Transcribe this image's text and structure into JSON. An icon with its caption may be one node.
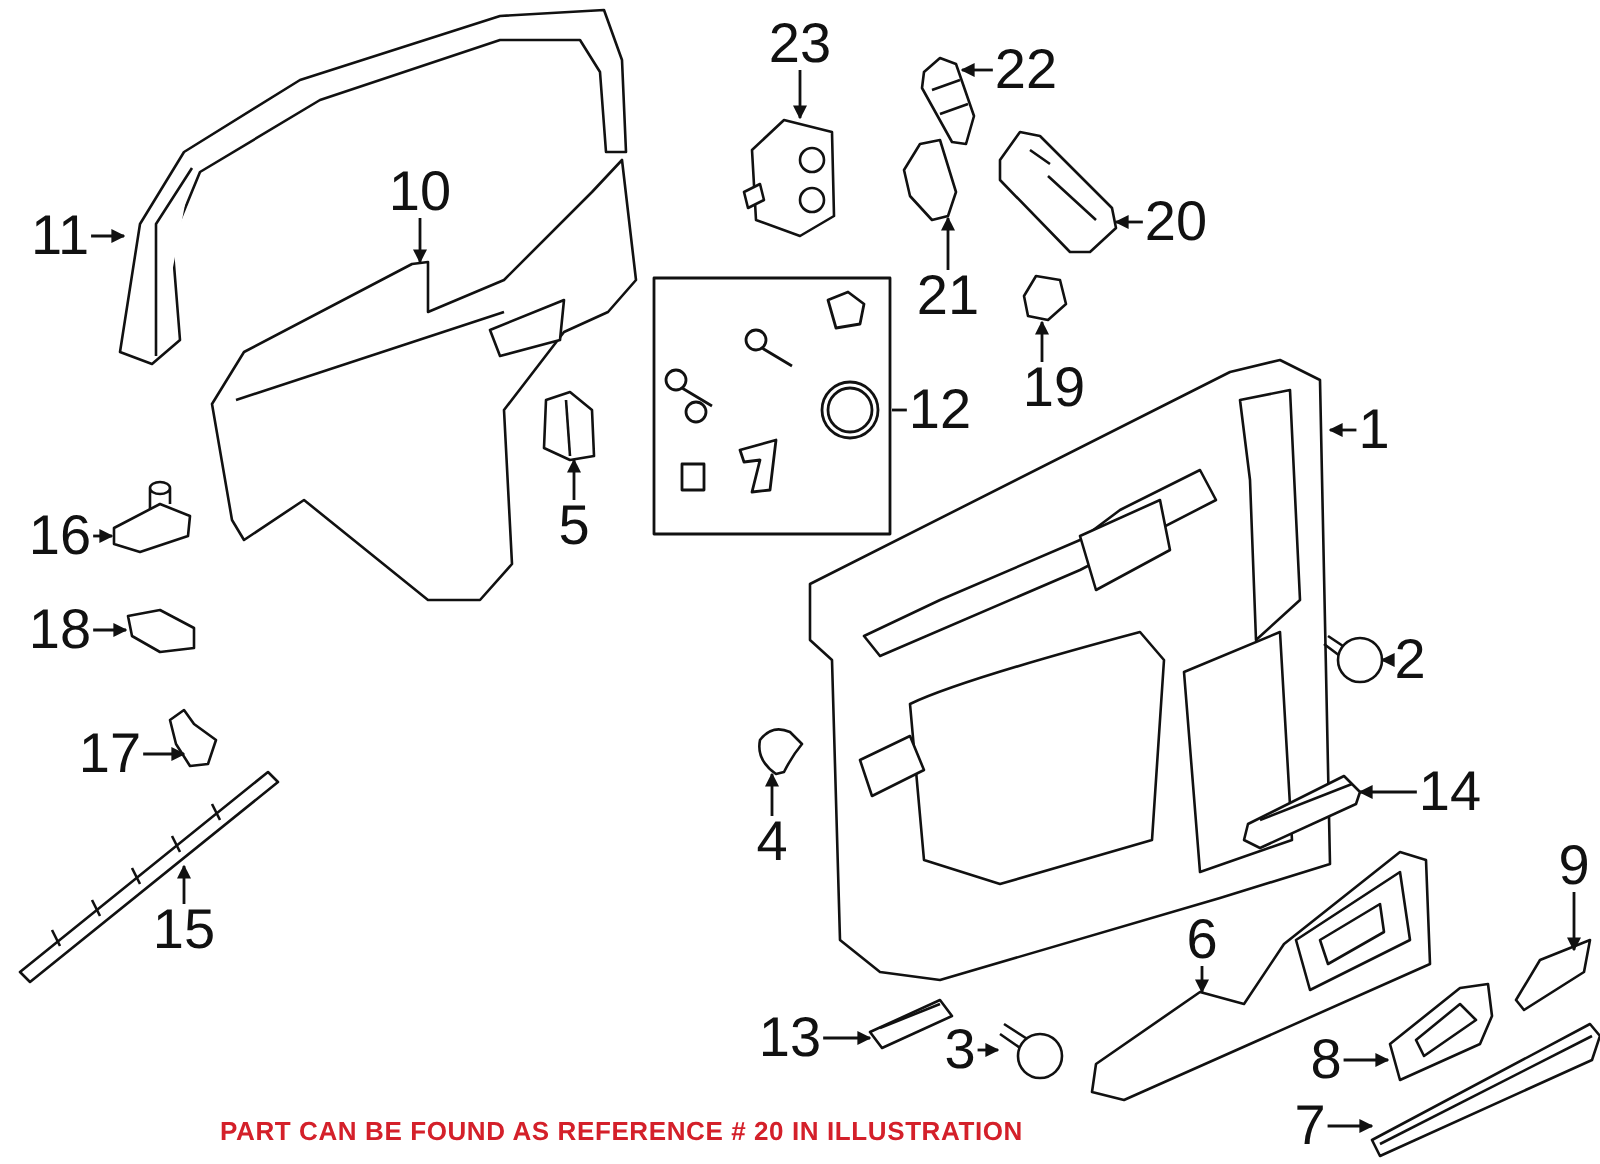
{
  "diagram": {
    "nodes": [
      {
        "text": [
          "1"
        ]
      },
      {
        "text": [
          "2"
        ]
      },
      {
        "text": [
          "3"
        ]
      },
      {
        "text": [
          "4"
        ]
      },
      {
        "text": [
          "5"
        ]
      },
      {
        "text": [
          "6"
        ]
      },
      {
        "text": [
          "7"
        ]
      },
      {
        "text": [
          "8"
        ]
      },
      {
        "text": [
          "9"
        ]
      },
      {
        "text": [
          "10"
        ]
      },
      {
        "text": [
          "11"
        ]
      },
      {
        "text": [
          "12"
        ]
      },
      {
        "text": [
          "13"
        ]
      },
      {
        "text": [
          "14"
        ]
      },
      {
        "text": [
          "15"
        ]
      },
      {
        "text": [
          "16"
        ]
      },
      {
        "text": [
          "17"
        ]
      },
      {
        "text": [
          "18"
        ]
      },
      {
        "text": [
          "19"
        ]
      },
      {
        "text": [
          "20"
        ]
      },
      {
        "text": [
          "21"
        ]
      },
      {
        "text": [
          "22"
        ]
      },
      {
        "text": [
          "23"
        ]
      },
      {
        "text": [],
        "shape": "picture"
      },
      {
        "text": [],
        "shape": "picture"
      },
      {
        "text": [],
        "shape": "picture"
      },
      {
        "text": [],
        "shape": "picture"
      },
      {
        "text": [],
        "shape": "picture"
      },
      {
        "text": [],
        "shape": "picture"
      },
      {
        "text": [],
        "shape": "picture"
      },
      {
        "text": [],
        "shape": "picture"
      },
      {
        "text": [],
        "shape": "picture"
      },
      {
        "text": [],
        "shape": "picture"
      },
      {
        "text": [],
        "shape": "picture"
      },
      {
        "text": [],
        "shape": "box"
      },
      {
        "text": [],
        "shape": "picture"
      },
      {
        "text": [],
        "shape": "picture"
      },
      {
        "text": [],
        "shape": "picture"
      },
      {
        "text": [],
        "shape": "picture"
      },
      {
        "text": [],
        "shape": "picture"
      },
      {
        "text": [],
        "shape": "picture"
      },
      {
        "text": [],
        "shape": "picture"
      },
      {
        "text": [],
        "shape": "picture"
      },
      {
        "text": [],
        "shape": "picture"
      },
      {
        "text": [],
        "shape": "picture"
      },
      {
        "text": [],
        "shape": "picture"
      }
    ],
    "edges": [
      {
        "from": 0,
        "to": 23,
        "arrow": "to"
      },
      {
        "from": 1,
        "to": 24,
        "arrow": "to"
      },
      {
        "from": 2,
        "to": 25,
        "arrow": "to"
      },
      {
        "from": 3,
        "to": 26,
        "arrow": "to"
      },
      {
        "from": 4,
        "to": 27,
        "arrow": "to"
      },
      {
        "from": 5,
        "to": 28,
        "arrow": "to"
      },
      {
        "from": 6,
        "to": 29,
        "arrow": "to"
      },
      {
        "from": 7,
        "to": 30,
        "arrow": "to"
      },
      {
        "from": 8,
        "to": 31,
        "arrow": "to"
      },
      {
        "from": 9,
        "to": 32,
        "arrow": "to"
      },
      {
        "from": 10,
        "to": 33,
        "arrow": "to"
      },
      {
        "from": 11,
        "to": 34,
        "arrow": "none"
      },
      {
        "from": 12,
        "to": 35,
        "arrow": "to"
      },
      {
        "from": 13,
        "to": 36,
        "arrow": "to"
      },
      {
        "from": 14,
        "to": 37,
        "arrow": "to"
      },
      {
        "from": 15,
        "to": 38,
        "arrow": "to"
      },
      {
        "from": 16,
        "to": 39,
        "arrow": "to"
      },
      {
        "from": 17,
        "to": 40,
        "arrow": "to"
      },
      {
        "from": 18,
        "to": 41,
        "arrow": "to"
      },
      {
        "from": 19,
        "to": 42,
        "arrow": "to"
      },
      {
        "from": 20,
        "to": 43,
        "arrow": "to"
      },
      {
        "from": 21,
        "to": 44,
        "arrow": "to"
      },
      {
        "from": 22,
        "to": 45,
        "arrow": "to"
      }
    ],
    "labels": [
      "PART CAN BE FOUND AS REFERENCE # 20 IN ILLUSTRATION"
    ]
  }
}
